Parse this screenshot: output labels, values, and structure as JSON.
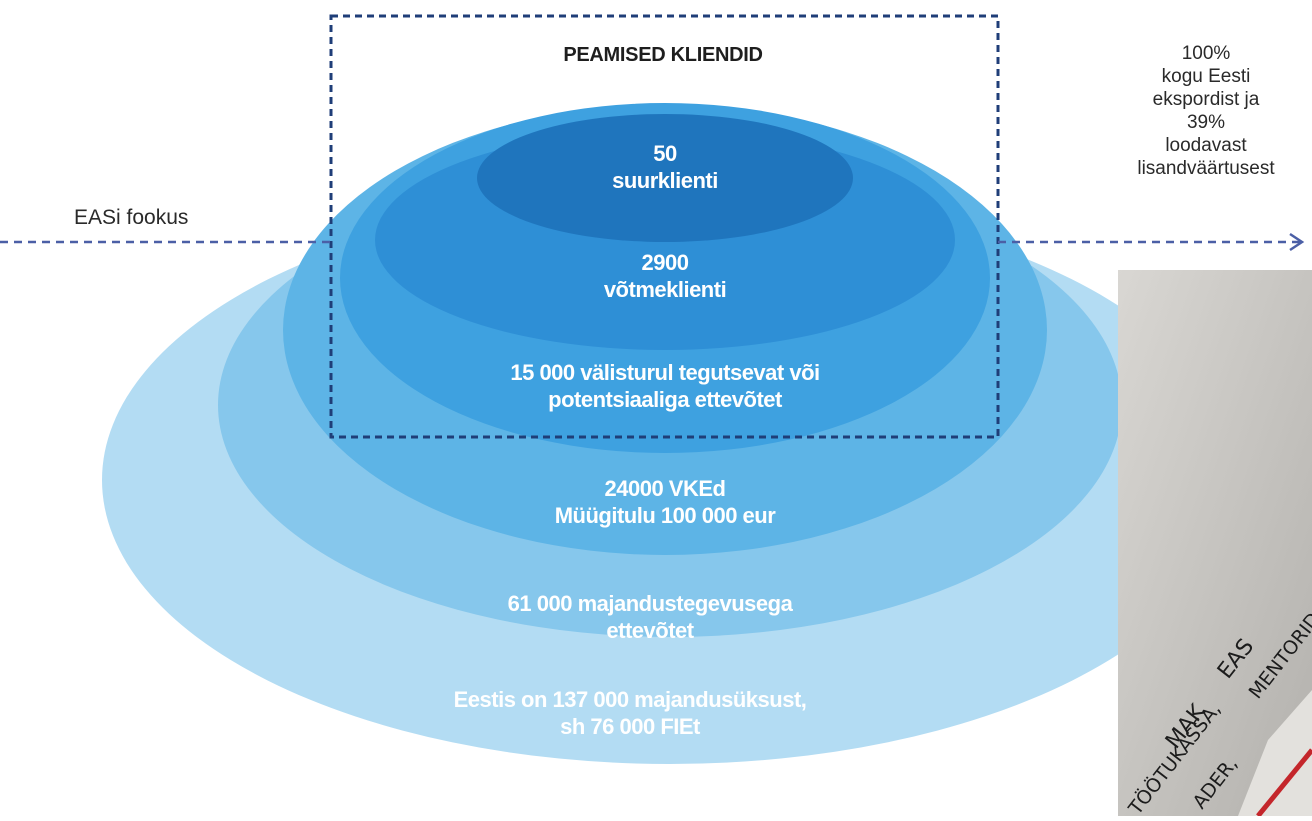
{
  "title": "PEAMISED KLIENDID",
  "focus_label": "EASi fookus",
  "right_note": {
    "lines": [
      "100%",
      "kogu Eesti",
      "ekspordist ja",
      "39%",
      "loodavast",
      "lisandväärtusest"
    ]
  },
  "levels": [
    {
      "lines": [
        "50",
        "suurklienti"
      ],
      "color": "#1f75bd"
    },
    {
      "lines": [
        "2900",
        "võtmeklienti"
      ],
      "color": "#2e8fd6"
    },
    {
      "lines": [
        "15 000 välisturul tegutsevat või",
        "potentsiaaliga ettevõtet"
      ],
      "color": "#3ea1e0"
    },
    {
      "lines": [
        "24000 VKEd",
        "Müügitulu 100 000 eur"
      ],
      "color": "#5db4e6"
    },
    {
      "lines": [
        "61 000 majandustegevusega",
        "ettevõtet"
      ],
      "color": "#86c7ec"
    },
    {
      "lines": [
        "Eestis on 137 000 majandusüksust,",
        "sh 76 000 FIEt"
      ],
      "color": "#b3dcf3"
    }
  ],
  "accent_colors": {
    "focus_box": "#1f3e78",
    "arrow": "#4b5fa6"
  },
  "photo_handwriting": {
    "line1": "MAK",
    "line1b": "EAS",
    "line2": "TÖÖTUKASSA,",
    "line3": "MENTORID",
    "line3b": "ADER,"
  }
}
